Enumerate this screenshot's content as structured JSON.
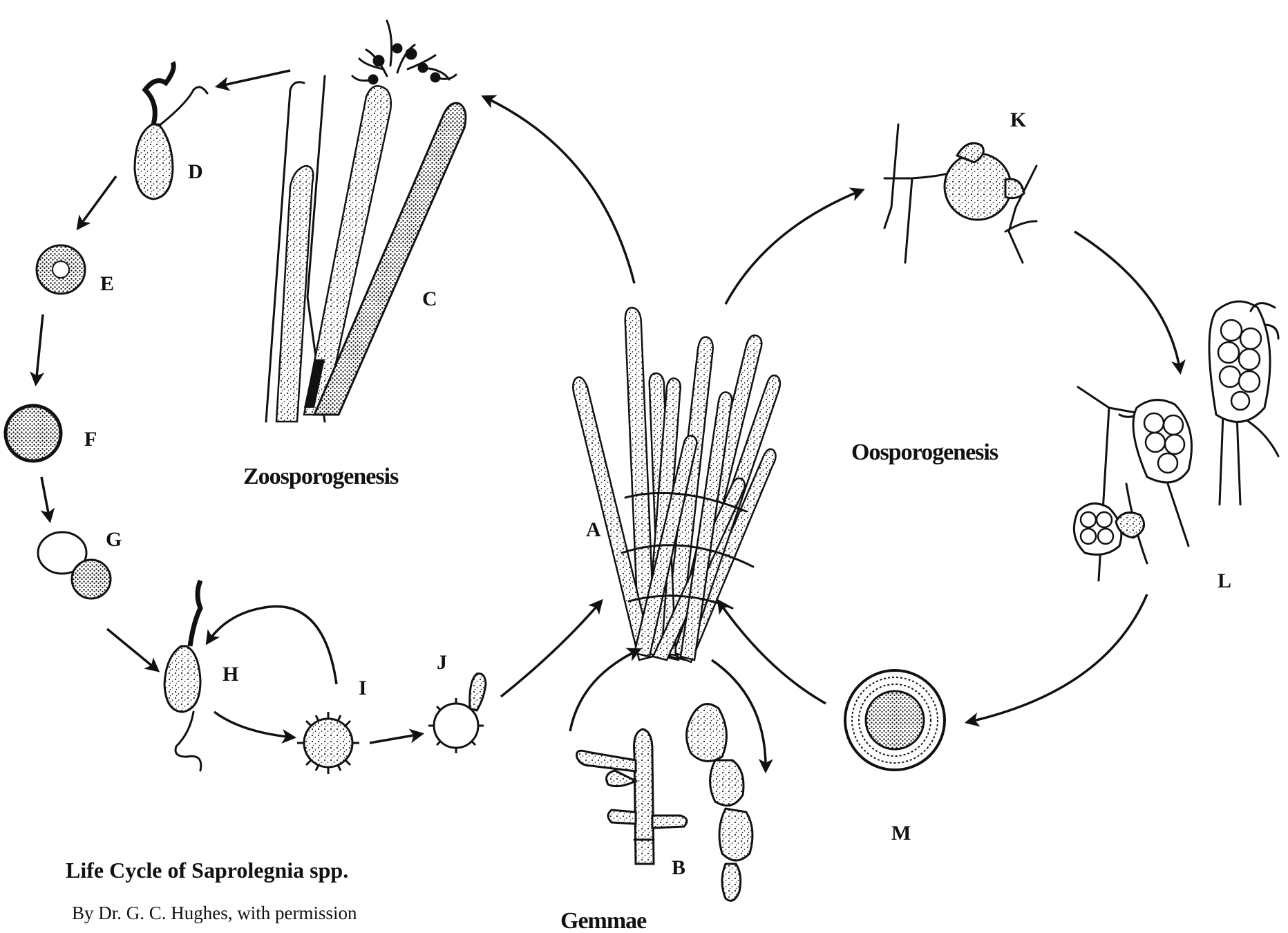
{
  "title": "Life Cycle of Saprolegnia spp.",
  "credit": "By Dr. G. C. Hughes, with permission",
  "sections": {
    "zoosporogenesis": "Zoosporogenesis",
    "oosporogenesis": "Oosporogenesis",
    "gemmae": "Gemmae"
  },
  "stages": {
    "A": "A",
    "B": "B",
    "C": "C",
    "D": "D",
    "E": "E",
    "F": "F",
    "G": "G",
    "H": "H",
    "I": "I",
    "J": "J",
    "K": "K",
    "L": "L",
    "M": "M"
  }
}
